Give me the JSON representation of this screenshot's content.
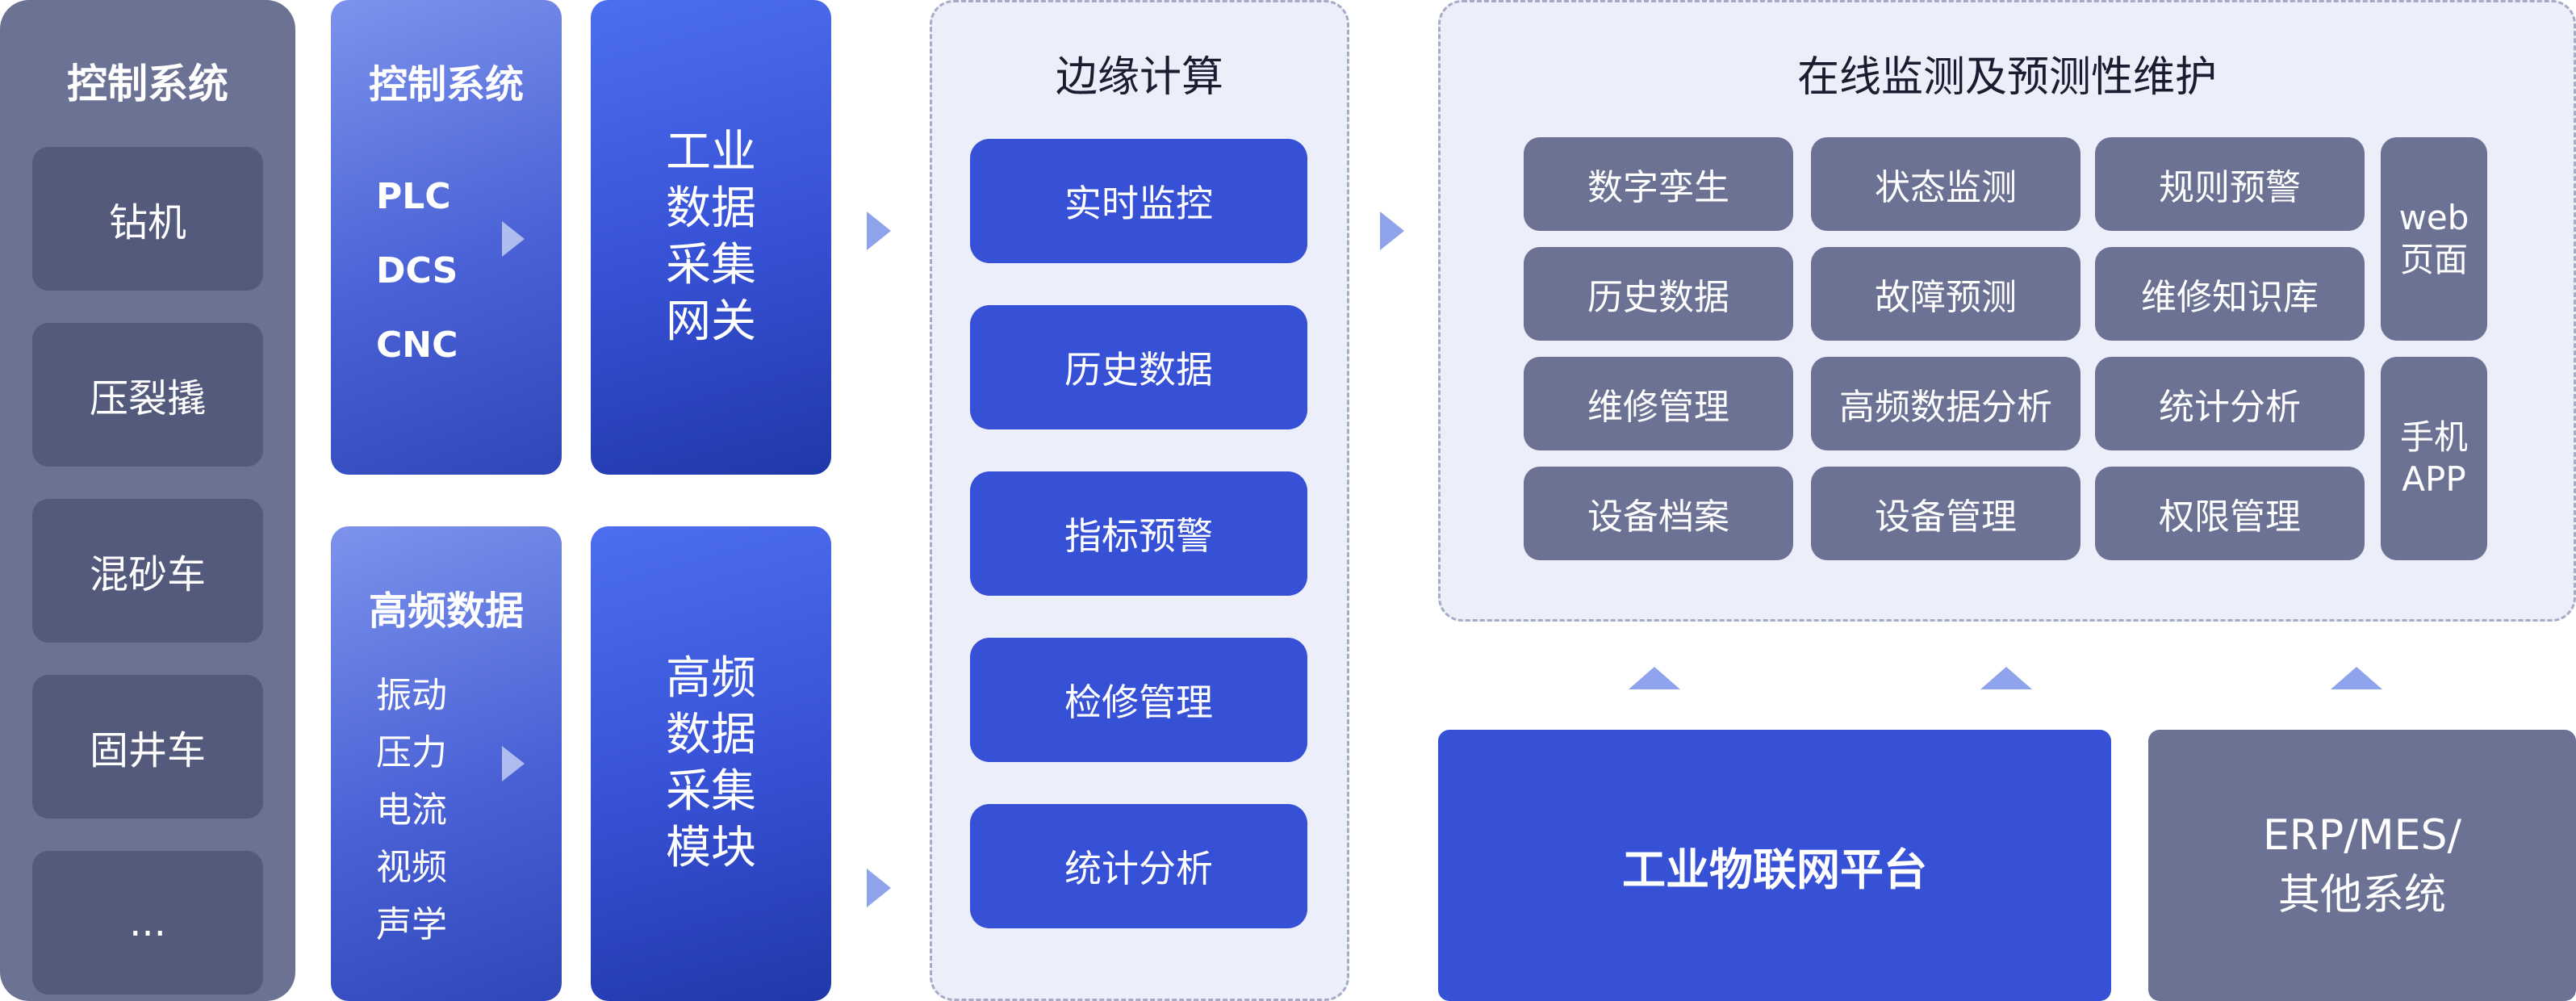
{
  "control_panel": {
    "title": "控制系统",
    "items": [
      "钻机",
      "压裂撬",
      "混砂车",
      "固井车",
      "..."
    ]
  },
  "control_system": {
    "title": "控制系统",
    "items": [
      "PLC",
      "DCS",
      "CNC"
    ]
  },
  "iiot_gateway": {
    "lines": [
      "工业",
      "数据",
      "采集",
      "网关"
    ]
  },
  "high_freq_data": {
    "title": "高频数据",
    "items": [
      "振动",
      "压力",
      "电流",
      "视频",
      "声学"
    ]
  },
  "high_freq_module": {
    "lines": [
      "高频",
      "数据",
      "采集",
      "模块"
    ]
  },
  "edge_computing": {
    "title": "边缘计算",
    "items": [
      "实时监控",
      "历史数据",
      "指标预警",
      "检修管理",
      "统计分析"
    ]
  },
  "monitoring": {
    "title": "在线监测及预测性维护",
    "grid": [
      [
        "数字孪生",
        "状态监测",
        "规则预警"
      ],
      [
        "历史数据",
        "故障预测",
        "维修知识库"
      ],
      [
        "维修管理",
        "高频数据分析",
        "统计分析"
      ],
      [
        "设备档案",
        "设备管理",
        "权限管理"
      ]
    ],
    "web": [
      "web",
      "页面"
    ],
    "app": [
      "手机",
      "APP"
    ]
  },
  "iot_platform": "工业物联网平台",
  "erp": [
    "ERP/MES/",
    "其他系统"
  ],
  "colors": {
    "slate": "#6c7294",
    "slate_dark": "#545a7c",
    "blue": "#3650d6",
    "panel_bg": "#eceefa",
    "arrow": "#8ea3ec"
  }
}
